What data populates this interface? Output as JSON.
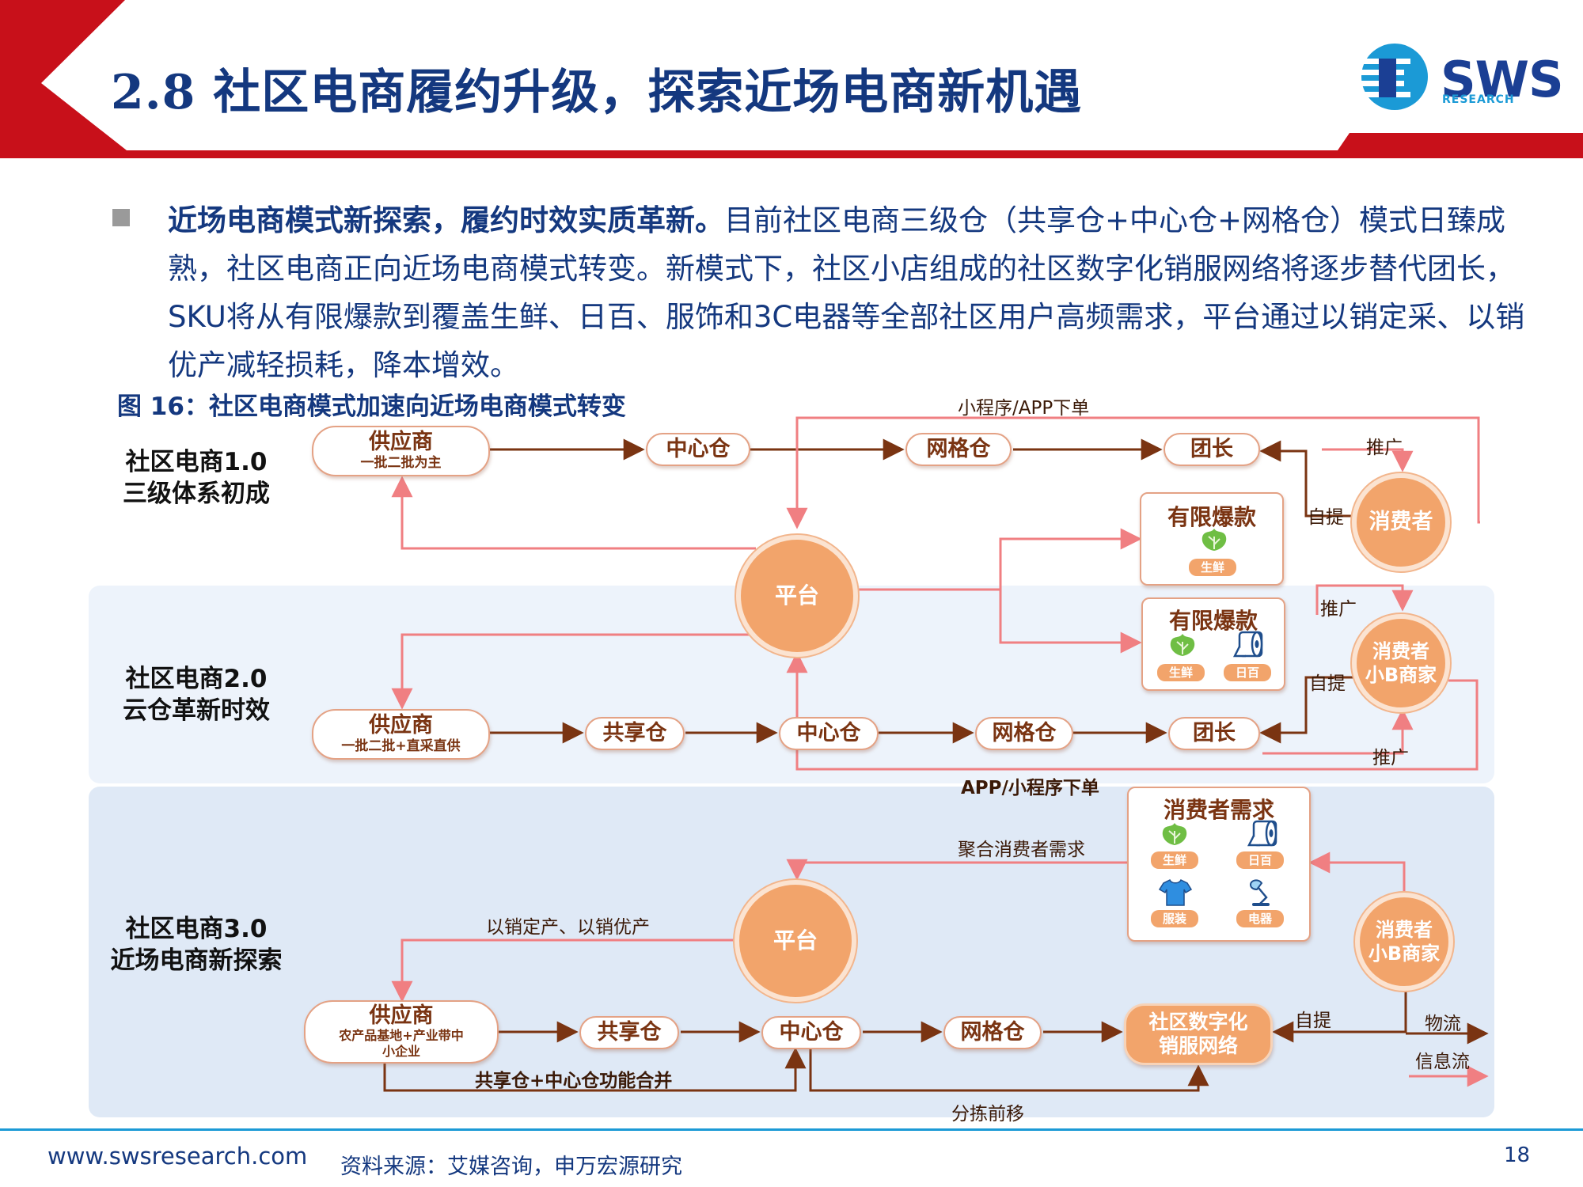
{
  "header": {
    "title": "2.8 社区电商履约升级，探索近场电商新机遇",
    "logo_text": "SWS",
    "logo_sub": "RESEARCH"
  },
  "body": {
    "lead": "近场电商模式新探索，履约时效实质革新。",
    "text": "目前社区电商三级仓（共享仓+中心仓+网格仓）模式日臻成熟，社区电商正向近场电商模式转变。新模式下，社区小店组成的社区数字化销服网络将逐步替代团长，SKU将从有限爆款到覆盖生鲜、日百、服饰和3C电器等全部社区用户高频需求，平台通过以销定采、以销优产减轻损耗，降本增效。"
  },
  "figure": {
    "title": "图 16：社区电商模式加速向近场电商模式转变",
    "rows": {
      "r1": {
        "line1": "社区电商1.0",
        "line2": "三级体系初成"
      },
      "r2": {
        "line1": "社区电商2.0",
        "line2": "云仓革新时效"
      },
      "r3": {
        "line1": "社区电商3.0",
        "line2": "近场电商新探索"
      }
    },
    "nodes": {
      "supplier": "供应商",
      "supplier1_sub": "一批二批为主",
      "supplier2_sub": "一批二批+直采直供",
      "supplier3_sub1": "农产品基地+产业带中",
      "supplier3_sub2": "小企业",
      "center": "中心仓",
      "grid": "网格仓",
      "leader": "团长",
      "shared": "共享仓",
      "platform": "平台",
      "consumer": "消费者",
      "consumer_b1": "消费者",
      "consumer_b2": "小B商家",
      "network1": "社区数字化",
      "network2": "销服网络",
      "limited": "有限爆款",
      "demand": "消费者需求"
    },
    "tags": {
      "fresh": "生鲜",
      "daily": "日百",
      "apparel": "服装",
      "appliance": "电器"
    },
    "edge_labels": {
      "miniapp_order": "小程序/APP下单",
      "app_order": "APP/小程序下单",
      "promote": "推广",
      "pickup": "自提",
      "aggregate": "聚合消费者需求",
      "produce": "以销定产、以销优产",
      "merge": "共享仓+中心仓功能合并",
      "presort": "分拣前移"
    },
    "legend": {
      "logistics": "物流",
      "info": "信息流"
    },
    "colors": {
      "logistics": "#7a3412",
      "info": "#f07f82",
      "node_fill": "#f2a46b"
    }
  },
  "footer": {
    "url": "www.swsresearch.com",
    "source": "资料来源：艾媒咨询，申万宏源研究",
    "page": "18"
  }
}
